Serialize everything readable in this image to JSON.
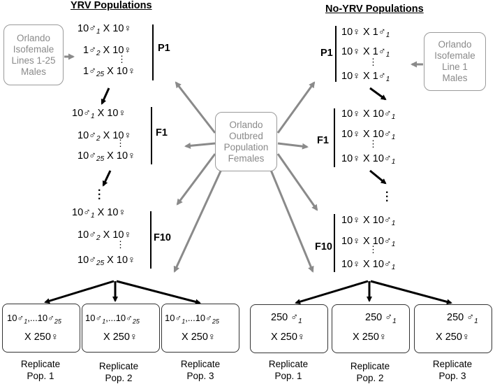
{
  "titles": {
    "left": "YRV Populations",
    "right": "No-YRV Populations"
  },
  "sources": {
    "left": [
      "Orlando",
      "Isofemale",
      "Lines 1-25",
      "Males"
    ],
    "center": [
      "Orlando",
      "Outbred",
      "Population",
      "Females"
    ],
    "right": [
      "Orlando",
      "Isofemale",
      "Line 1",
      "Males"
    ]
  },
  "generations": {
    "p1": "P1",
    "f1": "F1",
    "f10": "F10"
  },
  "symbols": {
    "male": "♂",
    "female": "♀",
    "times": "X",
    "ellipsis_v": "⋮"
  },
  "yrv_crosses": {
    "p1": [
      {
        "males": "10",
        "sub": "1",
        "females": "10"
      },
      {
        "males": "1",
        "sub": "2",
        "females": "10"
      },
      {
        "males": "1",
        "sub": "25",
        "females": "10"
      }
    ],
    "f1": [
      {
        "males": "10",
        "sub": "1",
        "females": "10"
      },
      {
        "males": "10",
        "sub": "2",
        "females": "10"
      },
      {
        "males": "10",
        "sub": "25",
        "females": "10"
      }
    ],
    "f10": [
      {
        "males": "10",
        "sub": "1",
        "females": "10"
      },
      {
        "males": "10",
        "sub": "2",
        "females": "10"
      },
      {
        "males": "10",
        "sub": "25",
        "females": "10"
      }
    ]
  },
  "noyrv_crosses": {
    "p1": [
      {
        "females": "10",
        "males": "1",
        "sub": "1"
      },
      {
        "females": "10",
        "males": "1",
        "sub": "1"
      },
      {
        "females": "10",
        "males": "1",
        "sub": "1"
      }
    ],
    "f1": [
      {
        "females": "10",
        "males": "10",
        "sub": "1"
      },
      {
        "females": "10",
        "males": "10",
        "sub": "1"
      },
      {
        "females": "10",
        "males": "10",
        "sub": "1"
      }
    ],
    "f10": [
      {
        "females": "10",
        "males": "10",
        "sub": "1"
      },
      {
        "females": "10",
        "males": "10",
        "sub": "1"
      },
      {
        "females": "10",
        "males": "10",
        "sub": "1"
      }
    ]
  },
  "replicates": {
    "yrv": {
      "top_a": "10",
      "top_sub_a": "1",
      "top_sep": ",...",
      "top_b": "10",
      "top_sub_b": "25",
      "bottom": "X 250"
    },
    "noyrv": {
      "top": "250",
      "top_sub": "1",
      "bottom": "X 250"
    },
    "labels": [
      [
        "Replicate",
        "Pop. 1"
      ],
      [
        "Replicate",
        "Pop. 2"
      ],
      [
        "Replicate",
        "Pop. 3"
      ],
      [
        "Replicate",
        "Pop. 1"
      ],
      [
        "Replicate",
        "Pop. 2"
      ],
      [
        "Replicate",
        "Pop. 3"
      ]
    ]
  }
}
